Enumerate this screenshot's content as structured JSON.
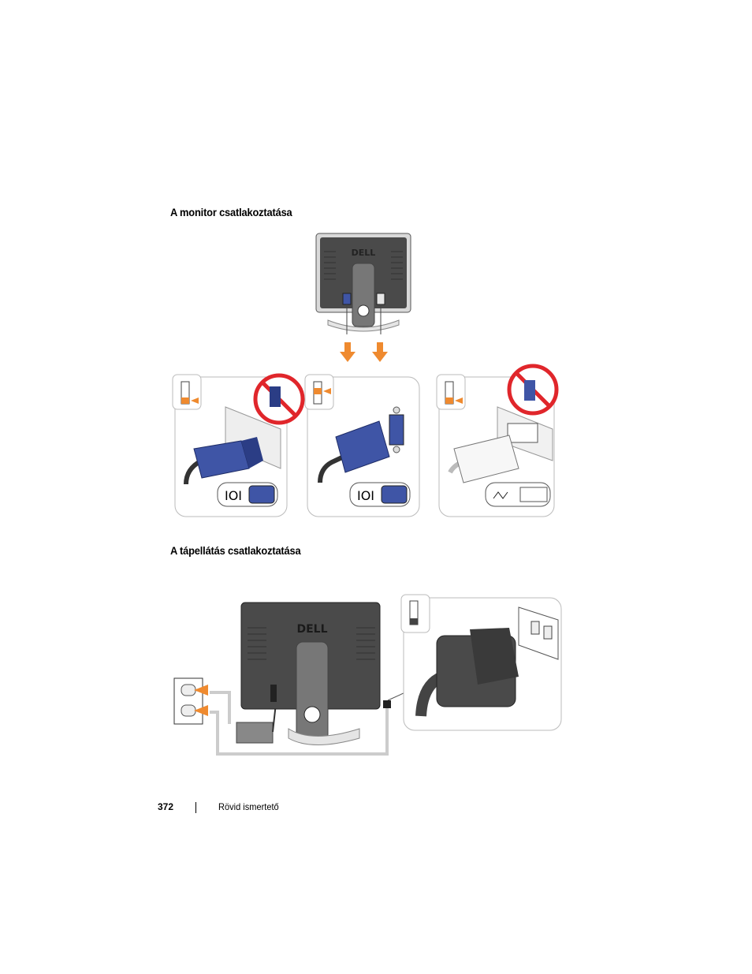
{
  "sections": [
    {
      "heading": "A monitor csatlakoztatása"
    },
    {
      "heading": "A tápellátás csatlakoztatása"
    }
  ],
  "figures": {
    "monitor_logo": "DELL",
    "power_logo": "DELL"
  },
  "colors": {
    "accent_orange": "#ef8a2f",
    "vga_blue": "#3f55a6",
    "prohibited_red": "#e0262b",
    "monitor_gray": "#4a4a4a"
  },
  "footer": {
    "page_number": "372",
    "title": "Rövid ismertető"
  }
}
